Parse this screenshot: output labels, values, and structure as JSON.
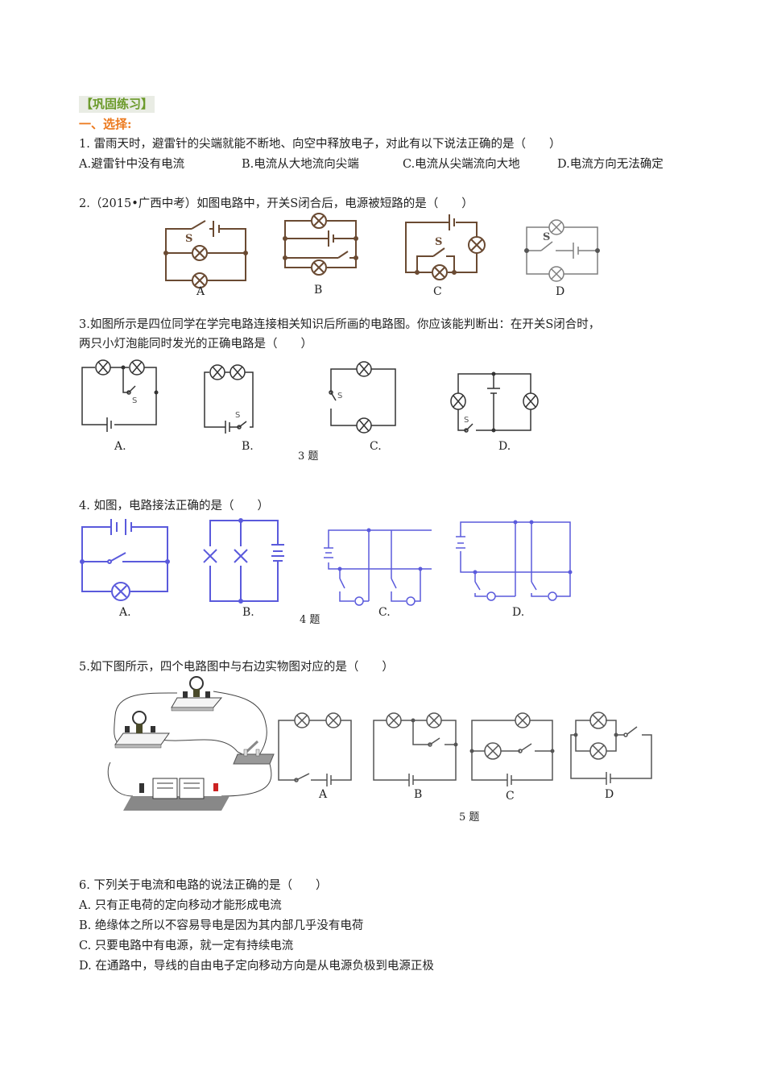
{
  "section": {
    "title": "【巩固练习】",
    "subtitle": "一、选择:"
  },
  "questions": [
    {
      "stem": "1. 雷雨天时，避雷针的尖端就能不断地、向空中释放电子，对此有以下说法正确的是（　　）",
      "options": [
        "A.避雷针中没有电流",
        "B.电流从大地流向尖端",
        "C.电流从尖端流向大地",
        "D.电流方向无法确定"
      ]
    },
    {
      "stem": "2.（2015•广西中考）如图电路中，开关S闭合后，电源被短路的是（　　）",
      "figure_labels": [
        "A",
        "B",
        "C",
        "D"
      ],
      "switch_label": "S"
    },
    {
      "stem_line1": "3.如图所示是四位同学在学完电路连接相关知识后所画的电路图。你应该能判断出：在开关S闭合时，",
      "stem_line2": "两只小灯泡能同时发光的正确电路是（　　）",
      "figure_labels": [
        "A.",
        "B.",
        "C.",
        "D."
      ],
      "switch_label": "S",
      "caption": "3 题"
    },
    {
      "stem": "4. 如图，电路接法正确的是（　　）",
      "figure_labels": [
        "A.",
        "B.",
        "C.",
        "D."
      ],
      "caption": "4 题"
    },
    {
      "stem": "5.如下图所示，四个电路图中与右边实物图对应的是（　　）",
      "figure_labels": [
        "A",
        "B",
        "C",
        "D"
      ],
      "caption": "5 题"
    },
    {
      "stem": "6. 下列关于电流和电路的说法正确的是（　　）",
      "options": [
        "A. 只有正电荷的定向移动才能形成电流",
        "B. 绝缘体之所以不容易导电是因为其内部几乎没有电荷",
        "C. 只要电路中有电源，就一定有持续电流",
        "D. 在通路中，导线的自由电子定向移动方向是从电源负极到电源正极"
      ]
    }
  ],
  "colors": {
    "section_title": "#6b9a2a",
    "section_title_bg": "#e9ece4",
    "subtitle": "#ec7a1f",
    "q2_wires": "#6a4a32",
    "q4_wires": "#5a5adc"
  }
}
